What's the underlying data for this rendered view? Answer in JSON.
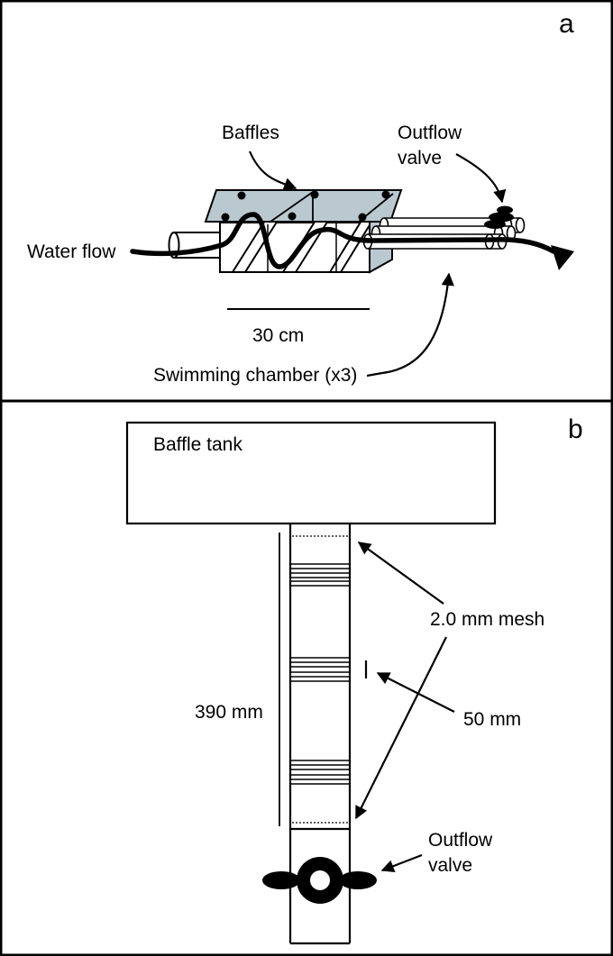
{
  "panel_a": {
    "tag": "a",
    "baffles_label": "Baffles",
    "outflow_valve_label": "Outflow valve",
    "water_flow_label": "Water flow",
    "scale_label": "30 cm",
    "swimming_chamber_label": "Swimming chamber (x3)"
  },
  "panel_b": {
    "tag": "b",
    "baffle_tank_label": "Baffle tank",
    "length_label": "390 mm",
    "mesh_label": "2.0 mm mesh",
    "mesh_height_label": "50 mm",
    "outflow_valve_label": "Outflow valve"
  },
  "colors": {
    "ink": "#000000",
    "background": "#ffffff",
    "tank_panel_fill": "#bac9d0"
  }
}
